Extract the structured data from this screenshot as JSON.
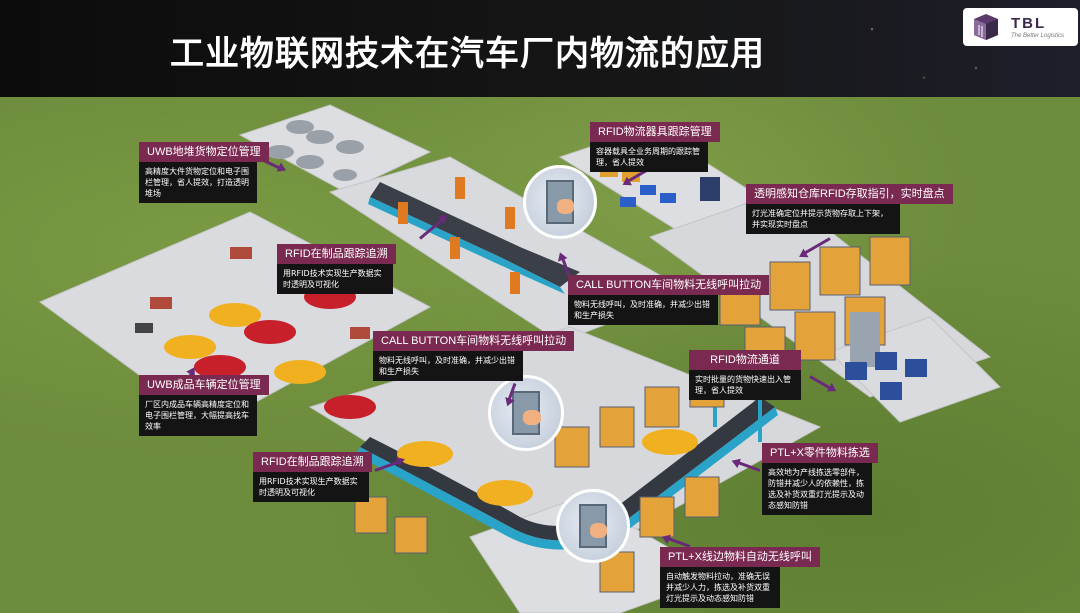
{
  "header": {
    "title": "工业物联网技术在汽车厂内物流的应用",
    "logo_text": "TBL",
    "logo_tagline": "The Better Logistics"
  },
  "callouts": [
    {
      "title": "UWB地堆货物定位管理",
      "text": "高精度大件货物定位和电子围栏管理，省人提效，打造透明堆场"
    },
    {
      "title": "RFID物流器具跟踪管理",
      "text": "容器载具全业务周期的跟踪管理，省人提效"
    },
    {
      "title": "透明感知仓库RFID存取指引，实时盘点",
      "text": "灯光准确定位并提示货物存取上下架，并实现实时盘点"
    },
    {
      "title": "RFID在制品跟踪追溯",
      "text": "用RFID技术实现生产数据实时透明及可视化"
    },
    {
      "title": "CALL BUTTON车间物料无线呼叫拉动",
      "text": "物料无线呼叫，及时准确，并减少出错和生产损失"
    },
    {
      "title": "CALL BUTTON车间物料无线呼叫拉动",
      "text": "物料无线呼叫，及时准确，并减少出错和生产损失"
    },
    {
      "title": "RFID物流通道",
      "text": "实时批量的货物快速出入管理，省人提效"
    },
    {
      "title": "UWB成品车辆定位管理",
      "text": "厂区内成品车辆高精度定位和电子围栏管理，大幅提高找车效率"
    },
    {
      "title": "PTL+X零件物料拣选",
      "text": "高效地为产线拣选零部件，防错并减少人的依赖性，拣选及补货双重灯光提示及动态感知防错"
    },
    {
      "title": "RFID在制品跟踪追溯",
      "text": "用RFID技术实现生产数据实时透明及可视化"
    },
    {
      "title": "PTL+X线边物料自动无线呼叫",
      "text": "自动触发物料拉动，准确无误并减少人力，拣选及补货双重灯光提示及动态感知防错"
    }
  ],
  "colors": {
    "callout_tab": "#7a2a50",
    "callout_box": "#141414",
    "arrow": "#6a2a7a",
    "platform": "#d7d9dd",
    "grass": "#6d8c3c",
    "header_bg": "#111111"
  }
}
